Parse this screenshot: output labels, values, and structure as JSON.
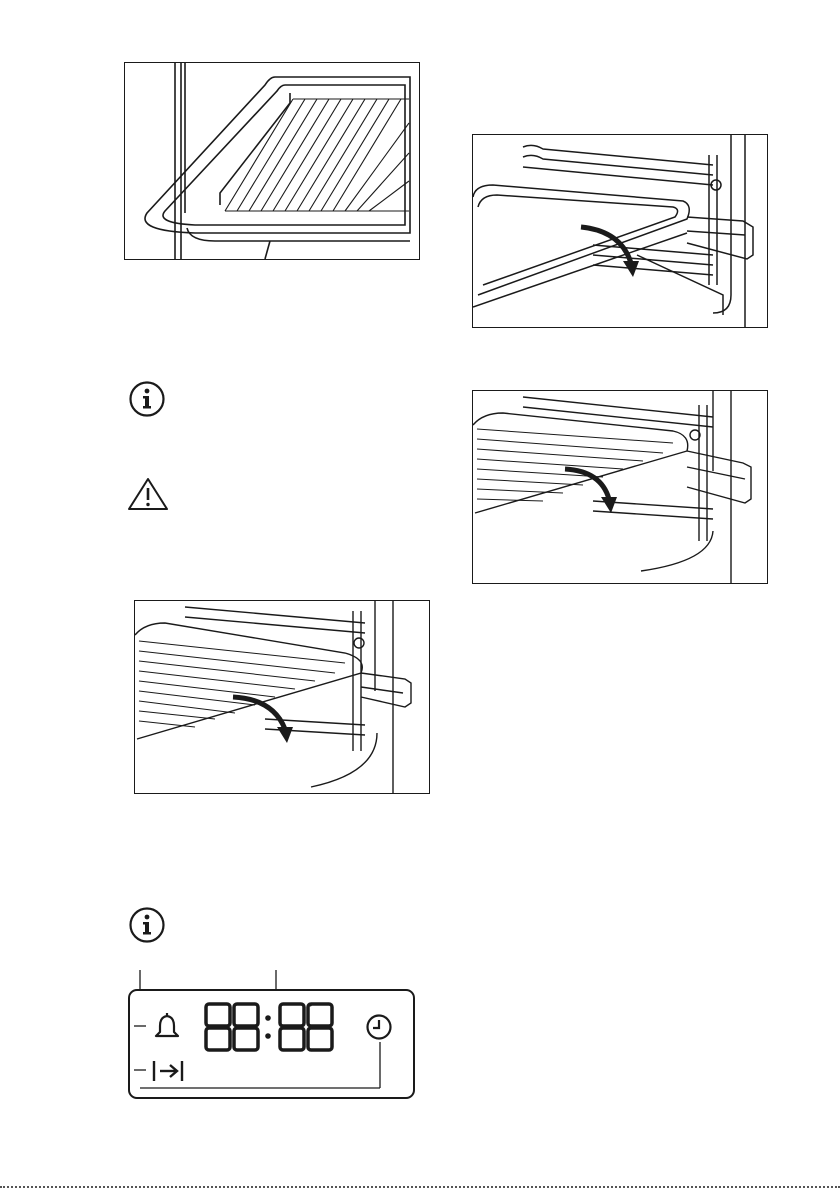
{
  "figures": [
    {
      "name": "figure-tray-in-oven",
      "description_shown": false
    },
    {
      "name": "figure-deep-pan-insert",
      "description_shown": false
    },
    {
      "name": "figure-wire-shelf-insert-right",
      "description_shown": false
    },
    {
      "name": "figure-wire-shelf-insert-left",
      "description_shown": false
    }
  ],
  "icons": {
    "info_1": "info-icon",
    "warning": "warning-triangle-icon",
    "info_2": "info-icon"
  },
  "display": {
    "digits": "88:88",
    "alarm_icon": "bell-icon",
    "clock_icon": "clock-icon",
    "duration_icon": "end-arrow-icon"
  },
  "colors": {
    "ink": "#1a1a1a",
    "paper": "#ffffff"
  }
}
